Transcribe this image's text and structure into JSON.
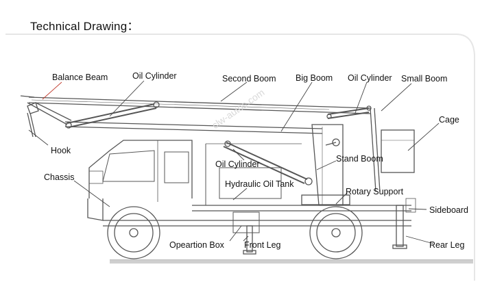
{
  "title": "Technical Drawing：",
  "watermark": "clw-autos.com",
  "labels": {
    "balance_beam": "Balance Beam",
    "oil_cylinder_top_left": "Oil Cylinder",
    "second_boom": "Second Boom",
    "big_boom": "Big Boom",
    "oil_cylinder_top_right": "Oil Cylinder",
    "small_boom": "Small Boom",
    "cage": "Cage",
    "hook": "Hook",
    "chassis": "Chassis",
    "oil_cylinder_middle": "Oil Cylinder",
    "stand_boom": "Stand Boom",
    "hydraulic_oil_tank": "Hydraulic Oil Tank",
    "rotary_support": "Rotary Support",
    "sideboard": "Sideboard",
    "operation_box": "Opeartion Box",
    "front_leg": "Front Leg",
    "rear_leg": "Rear Leg"
  },
  "colors": {
    "line": "#555555",
    "text": "#111111",
    "accent": "#c0392b",
    "frame": "#e6e6e6"
  }
}
